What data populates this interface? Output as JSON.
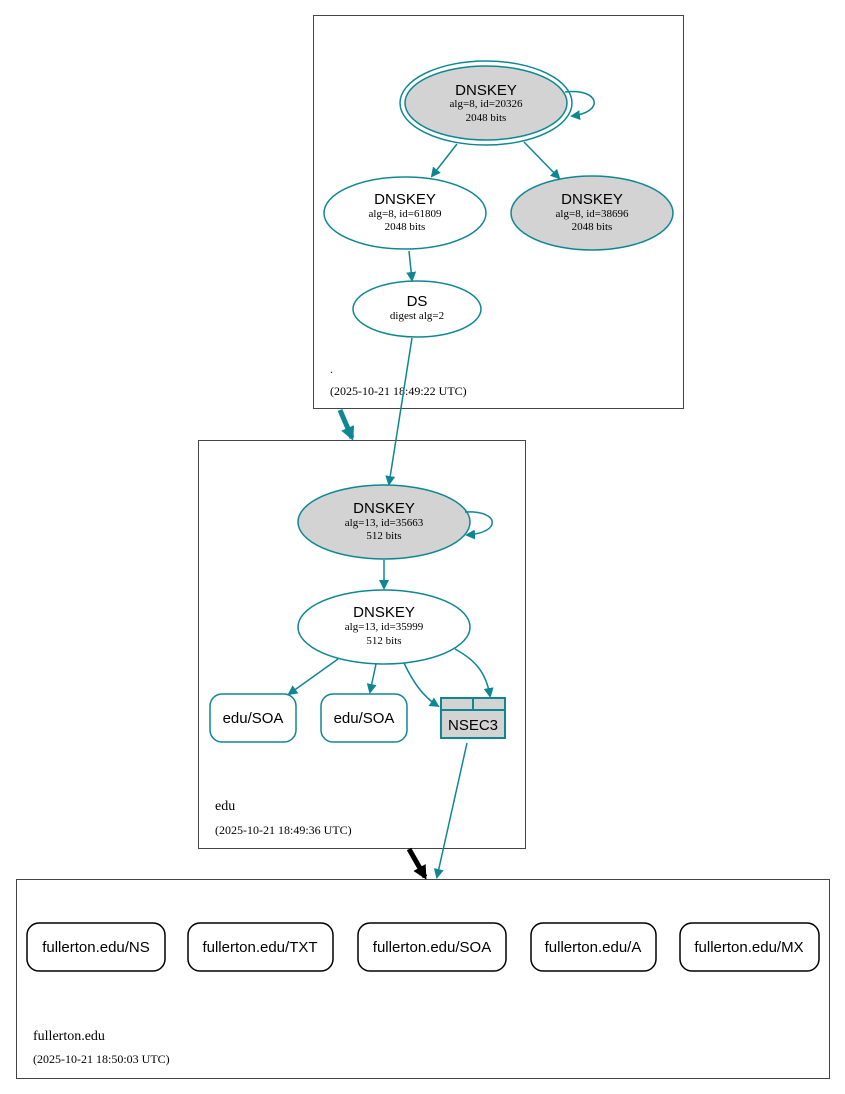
{
  "colors": {
    "edge": "#0e8793",
    "node_fill_ksk": "#d3d3d3",
    "node_fill_white": "#ffffff",
    "zone_border": "#444444",
    "insecure_arrow": "#000000"
  },
  "zones": {
    "root": {
      "name": ".",
      "timestamp": "(2025-10-21 18:49:22 UTC)",
      "nodes": {
        "ksk_20326": {
          "type": "DNSKEY",
          "line1": "alg=8, id=20326",
          "line2": "2048 bits",
          "icon": "double-ellipse"
        },
        "zsk_61809": {
          "type": "DNSKEY",
          "line1": "alg=8, id=61809",
          "line2": "2048 bits"
        },
        "key_38696": {
          "type": "DNSKEY",
          "line1": "alg=8, id=38696",
          "line2": "2048 bits"
        },
        "ds": {
          "type": "DS",
          "line1": "digest alg=2"
        }
      }
    },
    "edu": {
      "name": "edu",
      "timestamp": "(2025-10-21 18:49:36 UTC)",
      "nodes": {
        "ksk_35663": {
          "type": "DNSKEY",
          "line1": "alg=13, id=35663",
          "line2": "512 bits"
        },
        "zsk_35999": {
          "type": "DNSKEY",
          "line1": "alg=13, id=35999",
          "line2": "512 bits"
        },
        "soa_1": {
          "label": "edu/SOA"
        },
        "soa_2": {
          "label": "edu/SOA"
        },
        "nsec3": {
          "label": "NSEC3"
        }
      }
    },
    "fullerton": {
      "name": "fullerton.edu",
      "timestamp": "(2025-10-21 18:50:03 UTC)",
      "rrsets": [
        {
          "label": "fullerton.edu/NS"
        },
        {
          "label": "fullerton.edu/TXT"
        },
        {
          "label": "fullerton.edu/SOA"
        },
        {
          "label": "fullerton.edu/A"
        },
        {
          "label": "fullerton.edu/MX"
        }
      ]
    }
  }
}
